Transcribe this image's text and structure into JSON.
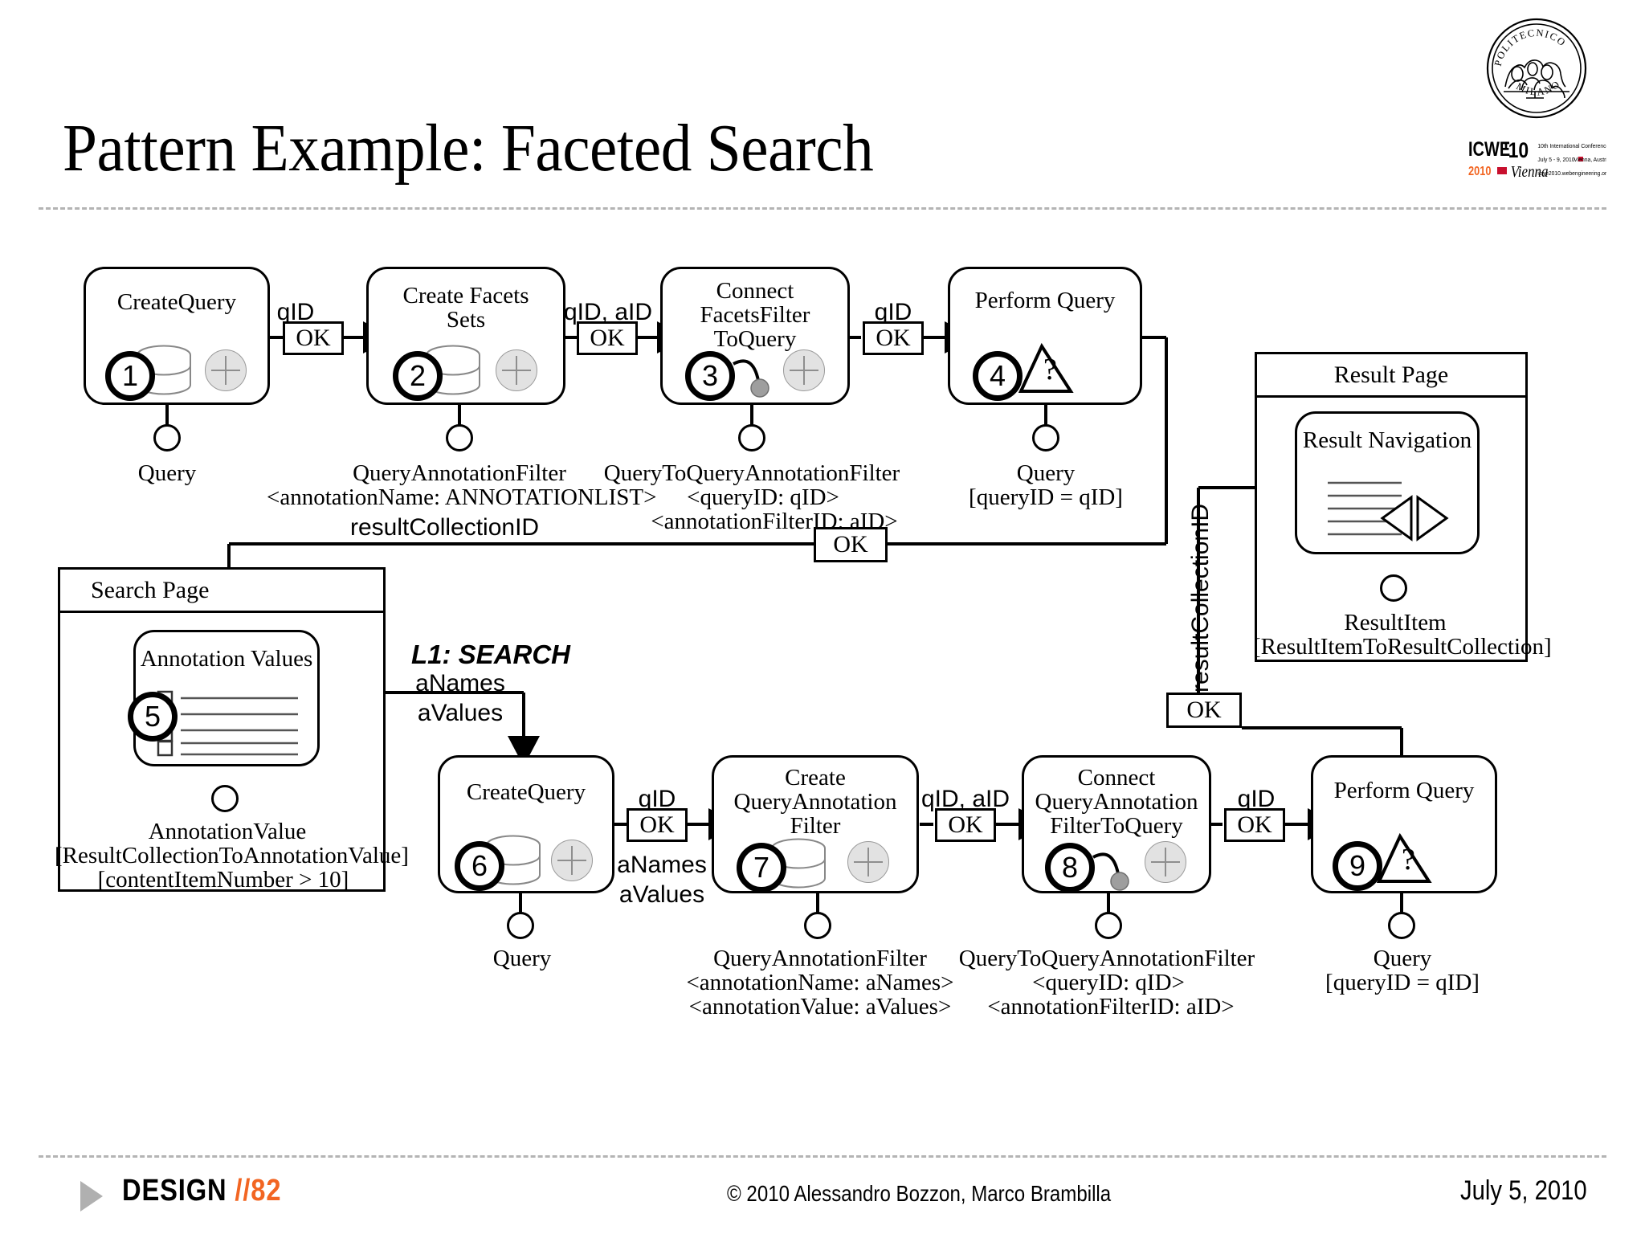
{
  "slide": {
    "title": "Pattern Example: Faceted Search",
    "logos": {
      "university": "POLITECNICO",
      "university_sub": "MILANO",
      "conference": "ICWE 2010 Vienna"
    }
  },
  "footer": {
    "section": "DESIGN",
    "page": "//82",
    "copyright": "© 2010 Alessandro Bozzon, Marco Brambilla",
    "date": "July 5, 2010"
  },
  "diagram": {
    "type": "webml-pattern",
    "nodes": [
      {
        "id": 1,
        "number": "1",
        "caption": "CreateQuery",
        "icon": "database-icon",
        "port_label": "Query",
        "port_sub": ""
      },
      {
        "id": 2,
        "number": "2",
        "caption": "Create Facets\nSets",
        "icon": "database-icon",
        "port_label": "QueryAnnotationFilter",
        "port_sub": "<annotationName: ANNOTATIONLIST>"
      },
      {
        "id": 3,
        "number": "3",
        "caption": "Connect\nFacetsFilter\nToQuery",
        "icon": "connect-icon",
        "port_label": "QueryToQueryAnnotationFilter",
        "port_sub": "<queryID: qID>\n<annotationFilterID: aID>"
      },
      {
        "id": 4,
        "number": "4",
        "caption": "Perform Query",
        "icon": "query-triangle-icon",
        "port_label": "Query",
        "port_sub": "[queryID = qID]"
      },
      {
        "id": 5,
        "number": "5",
        "caption": "Annotation Values",
        "icon": "multichoice-icon",
        "port_label": "AnnotationValue",
        "port_sub": "[ResultCollectionToAnnotationValue]\n[contentItemNumber > 10]"
      },
      {
        "id": 6,
        "number": "6",
        "caption": "CreateQuery",
        "icon": "database-icon",
        "port_label": "Query",
        "port_sub": ""
      },
      {
        "id": 7,
        "number": "7",
        "caption": "Create\nQueryAnnotation\nFilter",
        "icon": "database-icon",
        "port_label": "QueryAnnotationFilter",
        "port_sub": "<annotationName: aNames>\n<annotationValue: aValues>"
      },
      {
        "id": 8,
        "number": "8",
        "caption": "Connect\nQueryAnnotation\nFilterToQuery",
        "icon": "connect-icon",
        "port_label": "QueryToQueryAnnotationFilter",
        "port_sub": "<queryID: qID>\n<annotationFilterID: aID>"
      },
      {
        "id": 9,
        "number": "9",
        "caption": "Perform Query",
        "icon": "query-triangle-icon",
        "port_label": "Query",
        "port_sub": "[queryID = qID]"
      }
    ],
    "pages": [
      {
        "id": "search-page",
        "title": "Search Page",
        "unit": "Annotation Values"
      },
      {
        "id": "result-page",
        "title": "Result Page",
        "unit": "Result Navigation",
        "port_label": "ResultItem",
        "port_sub": "[ResultItemToResultCollection]"
      }
    ],
    "gates": [
      {
        "id": "ok1",
        "label": "OK"
      },
      {
        "id": "ok2",
        "label": "OK"
      },
      {
        "id": "ok3",
        "label": "OK"
      },
      {
        "id": "ok4",
        "label": "OK"
      },
      {
        "id": "ok5",
        "label": "OK"
      },
      {
        "id": "ok6",
        "label": "OK"
      },
      {
        "id": "ok7",
        "label": "OK"
      },
      {
        "id": "ok8",
        "label": "OK"
      },
      {
        "id": "ok9",
        "label": "OK"
      }
    ],
    "flow_labels": {
      "f1_2": "qID",
      "f2_3": "qID, aID",
      "f3_4": "qID",
      "f4_results": "resultCollectionID",
      "f_result_vertical": "resultCollectionID",
      "link_name": "L1: SEARCH",
      "link_params": "aNames\naValues",
      "f6_7_top": "qID",
      "f6_7_bottom": "aNames\naValues",
      "f7_8": "qID, aID",
      "f8_9": "qID"
    },
    "node_labels": {
      "n1": {
        "name": "Query",
        "sub": ""
      },
      "n2": {
        "name": "QueryAnnotationFilter",
        "sub": "<annotationName: ANNOTATIONLIST>"
      },
      "n3": {
        "name": "QueryToQueryAnnotationFilter",
        "sub1": "<queryID: qID>",
        "sub2": "<annotationFilterID: aID>"
      },
      "n4": {
        "name": "Query",
        "sub": "[queryID = qID]"
      },
      "n5": {
        "name": "AnnotationValue",
        "sub1": "[ResultCollectionToAnnotationValue]",
        "sub2": "[contentItemNumber > 10]"
      },
      "n6": {
        "name": "Query",
        "sub": ""
      },
      "n7": {
        "name": "QueryAnnotationFilter",
        "sub1": "<annotationName: aNames>",
        "sub2": "<annotationValue: aValues>"
      },
      "n8": {
        "name": "QueryToQueryAnnotationFilter",
        "sub1": "<queryID: qID>",
        "sub2": "<annotationFilterID: aID>"
      },
      "n9": {
        "name": "Query",
        "sub": "[queryID = qID]"
      },
      "nresult": {
        "name": "ResultItem",
        "sub": "[ResultItemToResultCollection]"
      }
    },
    "colors": {
      "accent": "#f26522",
      "line": "#000000",
      "rule": "#b4b4b4",
      "icon_fill": "#e2e2e2"
    }
  }
}
